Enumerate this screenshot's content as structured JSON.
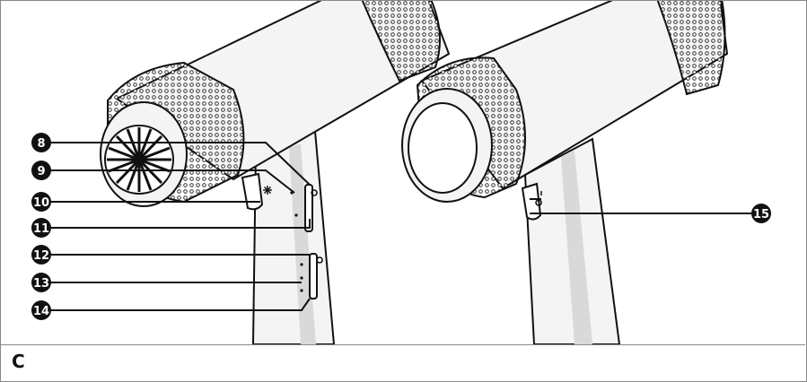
{
  "figure": {
    "label": "C"
  },
  "callouts": [
    {
      "id": "c8",
      "number": "8"
    },
    {
      "id": "c9",
      "number": "9"
    },
    {
      "id": "c10",
      "number": "10"
    },
    {
      "id": "c11",
      "number": "11"
    },
    {
      "id": "c12",
      "number": "12"
    },
    {
      "id": "c13",
      "number": "13"
    },
    {
      "id": "c14",
      "number": "14"
    },
    {
      "id": "c15",
      "number": "15"
    }
  ],
  "colors": {
    "outline": "#111111",
    "body_fill": "#f4f4f4",
    "shade": "#dcdcdc",
    "callout_fill": "#111111",
    "border": "#888888"
  },
  "icons": [
    "vent-grille-icon",
    "snowflake-icon"
  ]
}
